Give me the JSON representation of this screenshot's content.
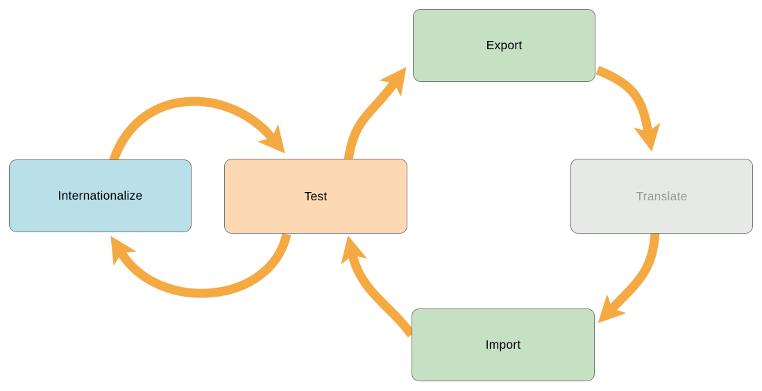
{
  "diagram": {
    "type": "flow-diagram",
    "colors": {
      "arrow": "#f5a943",
      "border": "#757575",
      "background": "#ffffff"
    },
    "nodes": [
      {
        "id": "internationalize",
        "label": "Internationalize",
        "fill": "#b9dfe9",
        "text_color": "#000000",
        "state": "active"
      },
      {
        "id": "test",
        "label": "Test",
        "fill": "#fcd9b3",
        "text_color": "#000000",
        "state": "active"
      },
      {
        "id": "export",
        "label": "Export",
        "fill": "#c6e0c4",
        "text_color": "#000000",
        "state": "active"
      },
      {
        "id": "translate",
        "label": "Translate",
        "fill": "#e7e9e7",
        "text_color": "#9b9b9b",
        "state": "inactive"
      },
      {
        "id": "import",
        "label": "Import",
        "fill": "#c6e0c4",
        "text_color": "#000000",
        "state": "active"
      }
    ],
    "edges": [
      {
        "from": "internationalize",
        "to": "test"
      },
      {
        "from": "test",
        "to": "internationalize"
      },
      {
        "from": "test",
        "to": "export"
      },
      {
        "from": "export",
        "to": "translate"
      },
      {
        "from": "translate",
        "to": "import"
      },
      {
        "from": "import",
        "to": "test"
      }
    ]
  }
}
